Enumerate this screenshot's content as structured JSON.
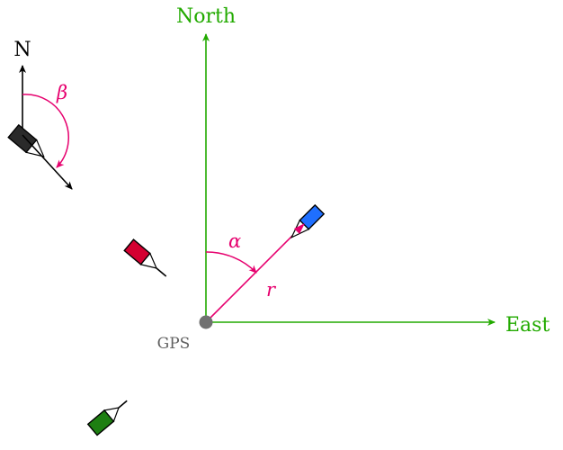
{
  "labels": {
    "north": "North",
    "east": "East",
    "gps": "GPS",
    "n": "N",
    "alpha": "α",
    "beta": "β",
    "r": "r"
  },
  "colors": {
    "axes": "#22aa00",
    "angle": "#e6006e",
    "gps_dot": "#707070",
    "gps_text": "#606060",
    "ship_target": "#1f6fff",
    "ship_red": "#d40031",
    "ship_dark": "#2a2a2a",
    "ship_green": "#1e7f12",
    "compass": "#000000"
  },
  "icons": [
    "north-arrow-icon",
    "east-arrow-icon",
    "gps-dot-icon",
    "ship-icon"
  ]
}
